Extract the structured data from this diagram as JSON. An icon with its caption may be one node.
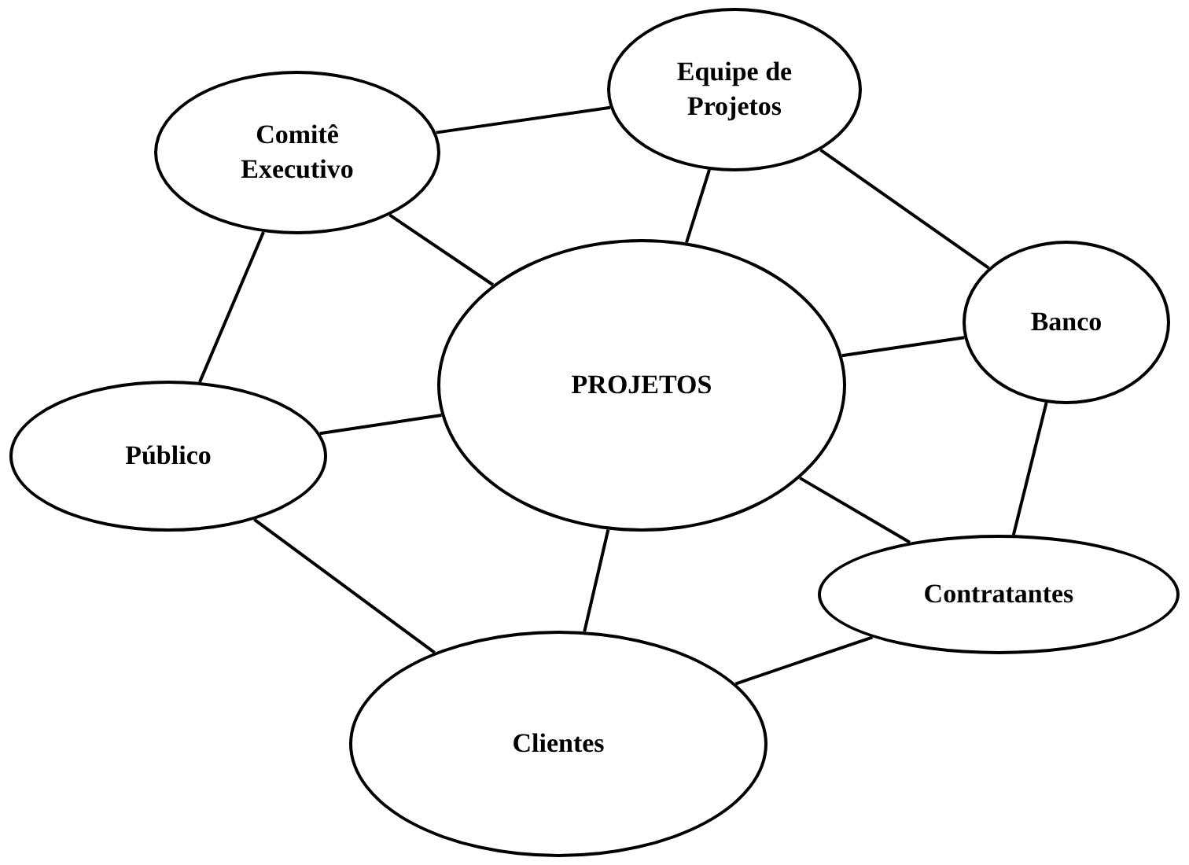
{
  "diagram": {
    "nodes": [
      {
        "text": [
          "Comitê Executivo"
        ]
      },
      {
        "text": [
          "Equipe de Projetos"
        ]
      },
      {
        "text": [
          "PROJETOS"
        ]
      },
      {
        "text": [
          "Banco"
        ]
      },
      {
        "text": [
          "Público"
        ]
      },
      {
        "text": [
          "Contratantes"
        ]
      },
      {
        "text": [
          "Clientes"
        ]
      }
    ],
    "edges": [
      {
        "from": 0,
        "to": 1,
        "arrow": "none"
      },
      {
        "from": 0,
        "to": 2,
        "arrow": "none"
      },
      {
        "from": 0,
        "to": 4,
        "arrow": "none"
      },
      {
        "from": 1,
        "to": 2,
        "arrow": "none"
      },
      {
        "from": 1,
        "to": 3,
        "arrow": "none"
      },
      {
        "from": 2,
        "to": 3,
        "arrow": "none"
      },
      {
        "from": 2,
        "to": 4,
        "arrow": "none"
      },
      {
        "from": 2,
        "to": 5,
        "arrow": "none"
      },
      {
        "from": 2,
        "to": 6,
        "arrow": "none"
      },
      {
        "from": 3,
        "to": 5,
        "arrow": "none"
      },
      {
        "from": 4,
        "to": 6,
        "arrow": "none"
      },
      {
        "from": 5,
        "to": 6,
        "arrow": "none"
      }
    ]
  }
}
